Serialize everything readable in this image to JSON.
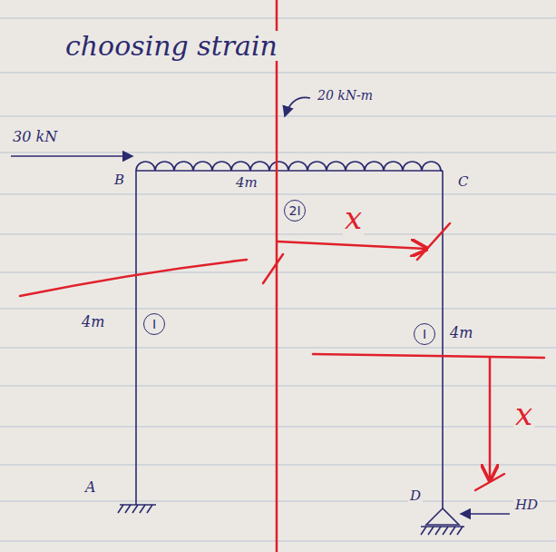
{
  "diagram": {
    "nodes": [
      {
        "text": [
          "2I"
        ]
      },
      {
        "text": [
          "I"
        ]
      },
      {
        "text": [
          "I"
        ]
      }
    ],
    "labels": [
      "choosing strain",
      "30 kN",
      "B",
      "20 kN-m",
      "4m",
      "C",
      "x",
      "4m",
      "4m",
      "A",
      "D",
      "x",
      "HD"
    ]
  }
}
